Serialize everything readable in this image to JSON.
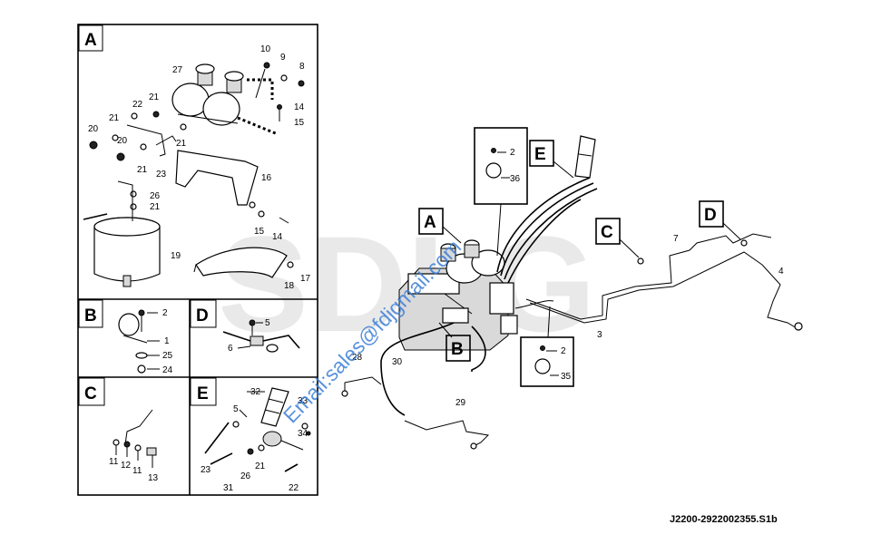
{
  "doc_id": "J2200-2922002355.S1b",
  "watermark_brand": "SDLG",
  "watermark_email": "Email:sales@fdjgmail.com",
  "panels": {
    "A": {
      "letter": "A",
      "callouts": [
        "27",
        "10",
        "9",
        "8",
        "22",
        "21",
        "21",
        "20",
        "20",
        "21",
        "21",
        "23",
        "14",
        "15",
        "16",
        "26",
        "21",
        "19",
        "15",
        "14",
        "17",
        "18"
      ]
    },
    "B": {
      "letter": "B",
      "callouts": [
        "2",
        "1",
        "25",
        "24"
      ]
    },
    "D": {
      "letter": "D",
      "callouts": [
        "5",
        "6"
      ]
    },
    "C": {
      "letter": "C",
      "callouts": [
        "11",
        "12",
        "11",
        "13"
      ]
    },
    "E": {
      "letter": "E",
      "callouts": [
        "32",
        "5",
        "33",
        "34",
        "23",
        "26",
        "21",
        "31",
        "22"
      ]
    }
  },
  "main": {
    "refs": [
      "A",
      "B",
      "C",
      "D",
      "E"
    ],
    "callouts": [
      "2",
      "36",
      "7",
      "4",
      "3",
      "30",
      "28",
      "29",
      "2",
      "35"
    ]
  }
}
